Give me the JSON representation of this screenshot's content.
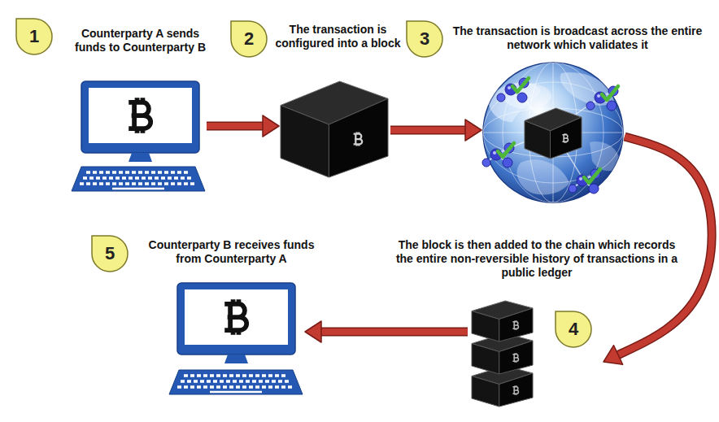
{
  "diagram": {
    "nodes": [
      {
        "text": [
          "Counterparty A sends funds to Counterparty B"
        ]
      },
      {
        "text": [
          "The transaction is configured into a block"
        ]
      },
      {
        "text": [
          "The transaction is broadcast across the entire network which validates it"
        ]
      },
      {
        "text": [
          "The block is then added to the chain which records the entire non-reversible history of transactions in a public ledger"
        ]
      },
      {
        "text": [
          "Counterparty B receives funds from Counterparty A"
        ]
      }
    ],
    "edges": [
      {
        "from": 0,
        "to": 1,
        "arrow": "to"
      },
      {
        "from": 1,
        "to": 2,
        "arrow": "to"
      },
      {
        "from": 2,
        "to": 3,
        "arrow": "to"
      },
      {
        "from": 3,
        "to": 4,
        "arrow": "to"
      }
    ],
    "labels": [
      "1",
      "2",
      "3",
      "4",
      "5"
    ]
  }
}
